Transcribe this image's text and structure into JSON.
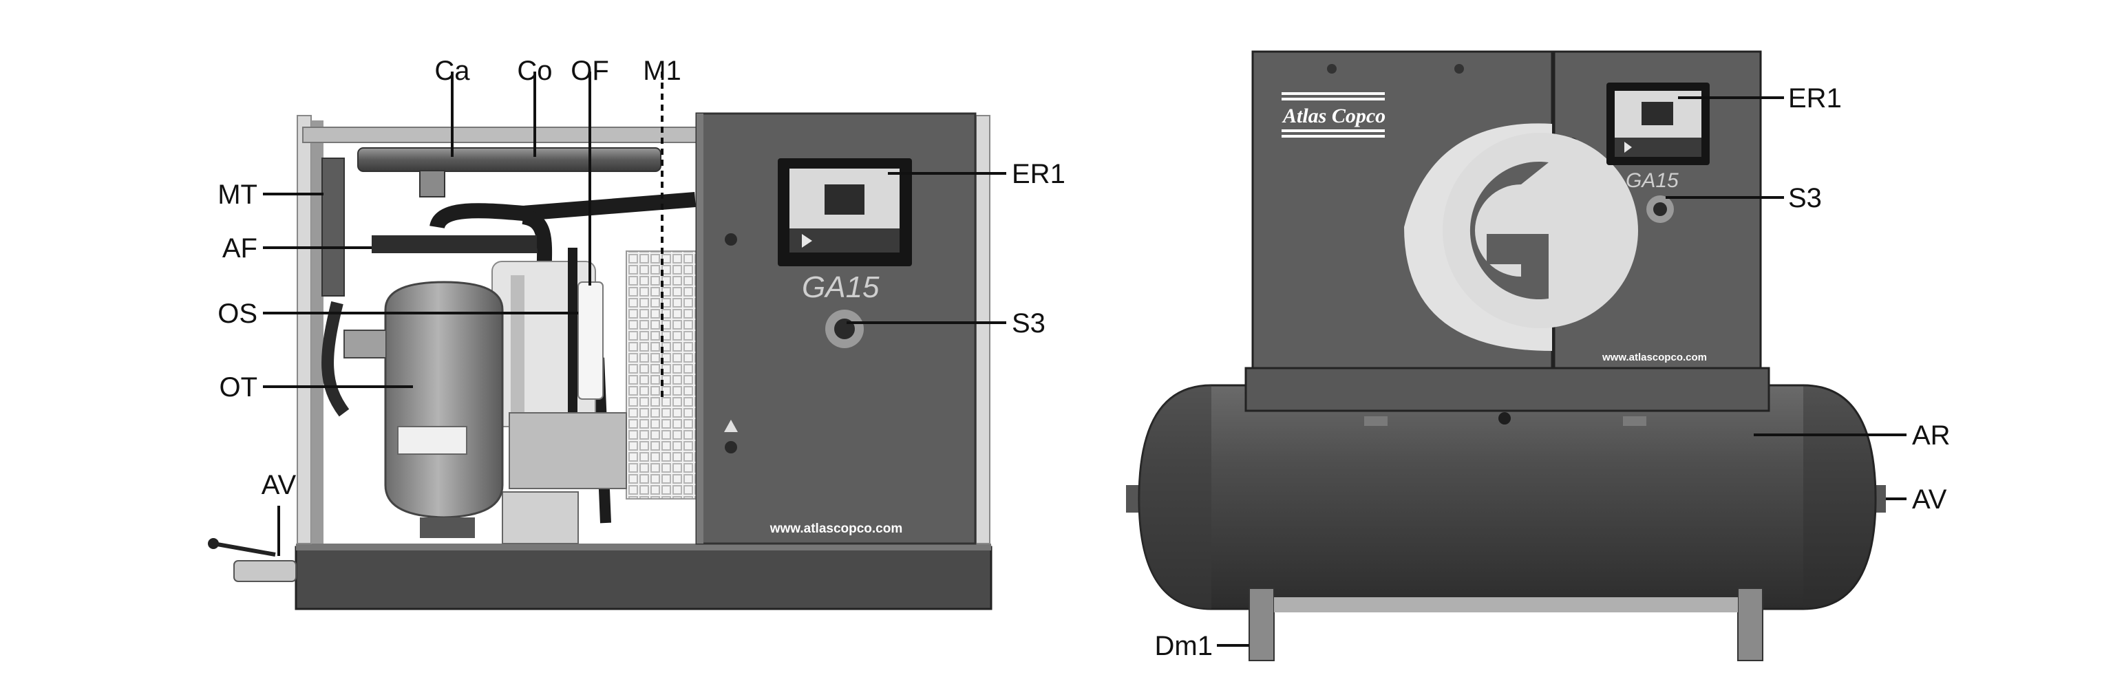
{
  "left_view": {
    "labels": {
      "ca": "Ca",
      "co": "Co",
      "of": "OF",
      "m1": "M1",
      "mt": "MT",
      "af": "AF",
      "os": "OS",
      "ot": "OT",
      "av": "AV",
      "er1": "ER1",
      "s3": "S3"
    },
    "model": "GA15",
    "website": "www.atlascopco.com"
  },
  "right_view": {
    "labels": {
      "er1": "ER1",
      "s3": "S3",
      "ar": "AR",
      "av": "AV",
      "dm1": "Dm1"
    },
    "model": "GA15",
    "brand": "Atlas Copco",
    "website": "www.atlascopco.com"
  },
  "colors": {
    "cabinet": "#5e5e5e",
    "frame": "#3d3d3d",
    "tank": "#4b4b4b",
    "light_panel": "#c9c9c9",
    "outline": "#111111"
  }
}
